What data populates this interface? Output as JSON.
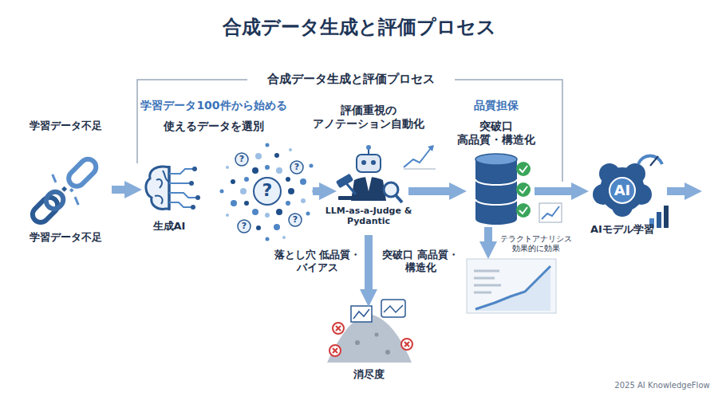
{
  "diagram": {
    "title": "合成データ生成と評価プロセス",
    "nodes": [
      {
        "text": [
          "学習データ不足",
          "学習データ不足"
        ]
      },
      {
        "text": [
          "学習データ100件から始める",
          "使えるデータを選別",
          "生成AI"
        ]
      },
      {
        "text": [
          "?"
        ]
      },
      {
        "text": [
          "評価重視の アノテーション自動化",
          "LLM-as-a-Judge & Pydantic"
        ]
      },
      {
        "text": [
          "品質担保",
          "突破口 高品質・構造化"
        ]
      },
      {
        "text": [
          "AI",
          "AIモデル学習"
        ]
      },
      {
        "text": [
          "消尽度"
        ]
      },
      {
        "text": [
          "テラクトアナリシス 効果的に効果"
        ]
      }
    ],
    "edges": [
      {
        "from": 0,
        "to": 1,
        "arrow": "to"
      },
      {
        "from": 2,
        "to": 3,
        "arrow": "to"
      },
      {
        "from": 3,
        "to": 4,
        "arrow": "to"
      },
      {
        "from": 4,
        "to": 5,
        "arrow": "to"
      },
      {
        "from": 3,
        "to": 6,
        "arrow": "to"
      },
      {
        "from": 4,
        "to": 7,
        "arrow": "to"
      }
    ],
    "labels": [
      "合成データ生成と評価プロセス",
      "?",
      "?",
      "?",
      "?",
      "落とし穴 低品質・バイアス",
      "突破口 高品質・構造化",
      "2025 AI KnowledgeFlow"
    ]
  }
}
